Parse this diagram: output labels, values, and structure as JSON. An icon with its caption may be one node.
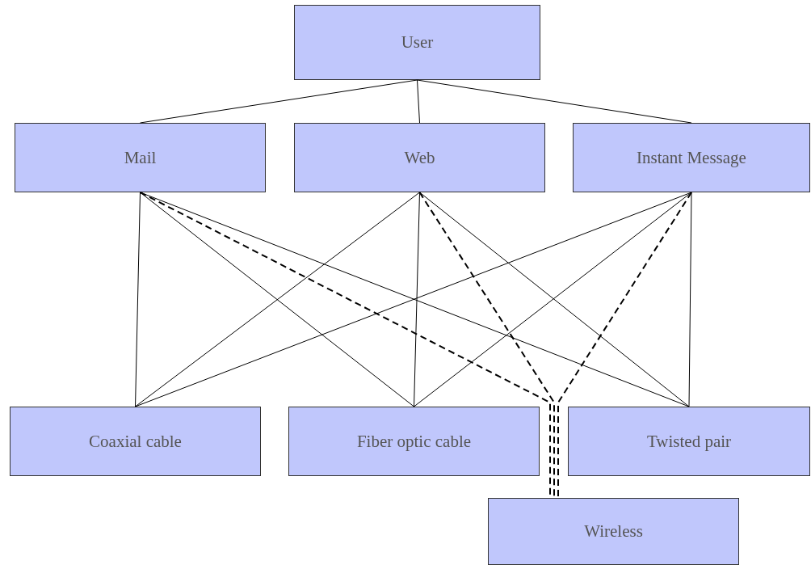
{
  "diagram": {
    "nodes": [
      {
        "text": [
          "User"
        ]
      },
      {
        "text": [
          "Mail"
        ]
      },
      {
        "text": [
          "Web"
        ]
      },
      {
        "text": [
          "Instant Message"
        ]
      },
      {
        "text": [
          "Coaxial cable"
        ]
      },
      {
        "text": [
          "Fiber optic cable"
        ]
      },
      {
        "text": [
          "Twisted pair"
        ]
      },
      {
        "text": [
          "Wireless"
        ]
      }
    ],
    "edges": [
      {
        "from": 0,
        "to": 1,
        "arrow": "none"
      },
      {
        "from": 0,
        "to": 2,
        "arrow": "none"
      },
      {
        "from": 0,
        "to": 3,
        "arrow": "none"
      },
      {
        "from": 1,
        "to": 4,
        "arrow": "none"
      },
      {
        "from": 1,
        "to": 5,
        "arrow": "none"
      },
      {
        "from": 1,
        "to": 6,
        "arrow": "none"
      },
      {
        "from": 1,
        "to": 7,
        "arrow": "none",
        "style": "dashed"
      },
      {
        "from": 2,
        "to": 4,
        "arrow": "none"
      },
      {
        "from": 2,
        "to": 5,
        "arrow": "none"
      },
      {
        "from": 2,
        "to": 6,
        "arrow": "none"
      },
      {
        "from": 2,
        "to": 7,
        "arrow": "none",
        "style": "dashed"
      },
      {
        "from": 3,
        "to": 4,
        "arrow": "none"
      },
      {
        "from": 3,
        "to": 5,
        "arrow": "none"
      },
      {
        "from": 3,
        "to": 6,
        "arrow": "none"
      },
      {
        "from": 3,
        "to": 7,
        "arrow": "none",
        "style": "dashed"
      }
    ]
  }
}
